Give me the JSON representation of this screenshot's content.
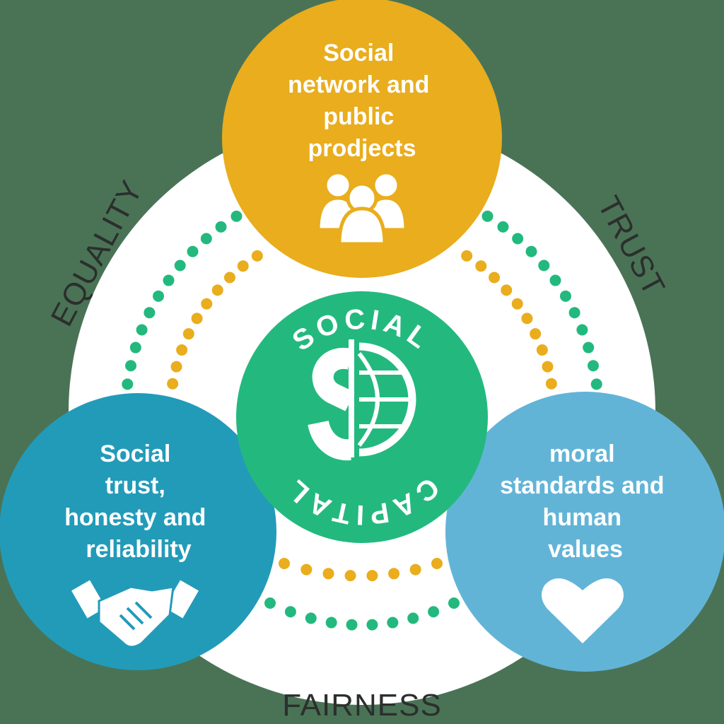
{
  "colors": {
    "background": "#4a7356",
    "ring": "#ffffff",
    "orange": "#e9ad1d",
    "teal": "#229bb9",
    "light_blue": "#62b4d7",
    "green": "#23b97e",
    "dark_text": "#2b2f2d"
  },
  "center": {
    "top_label": "SOCIAL",
    "bottom_label": "CAPITAL",
    "icon": "dollar-globe-icon"
  },
  "outer_labels": {
    "left": "EQUALITY",
    "right": "TRUST",
    "bottom": "FAIRNESS"
  },
  "nodes": [
    {
      "id": "top",
      "lines": [
        "Social",
        "network and",
        "public",
        "prodjects"
      ],
      "icon": "people-group-icon",
      "color": "#e9ad1d"
    },
    {
      "id": "left",
      "lines": [
        "Social",
        "trust,",
        "honesty and",
        "reliability"
      ],
      "icon": "handshake-icon",
      "color": "#229bb9"
    },
    {
      "id": "right",
      "lines": [
        "moral",
        "standards and",
        "human",
        "values"
      ],
      "icon": "heart-icon",
      "color": "#62b4d7"
    }
  ]
}
